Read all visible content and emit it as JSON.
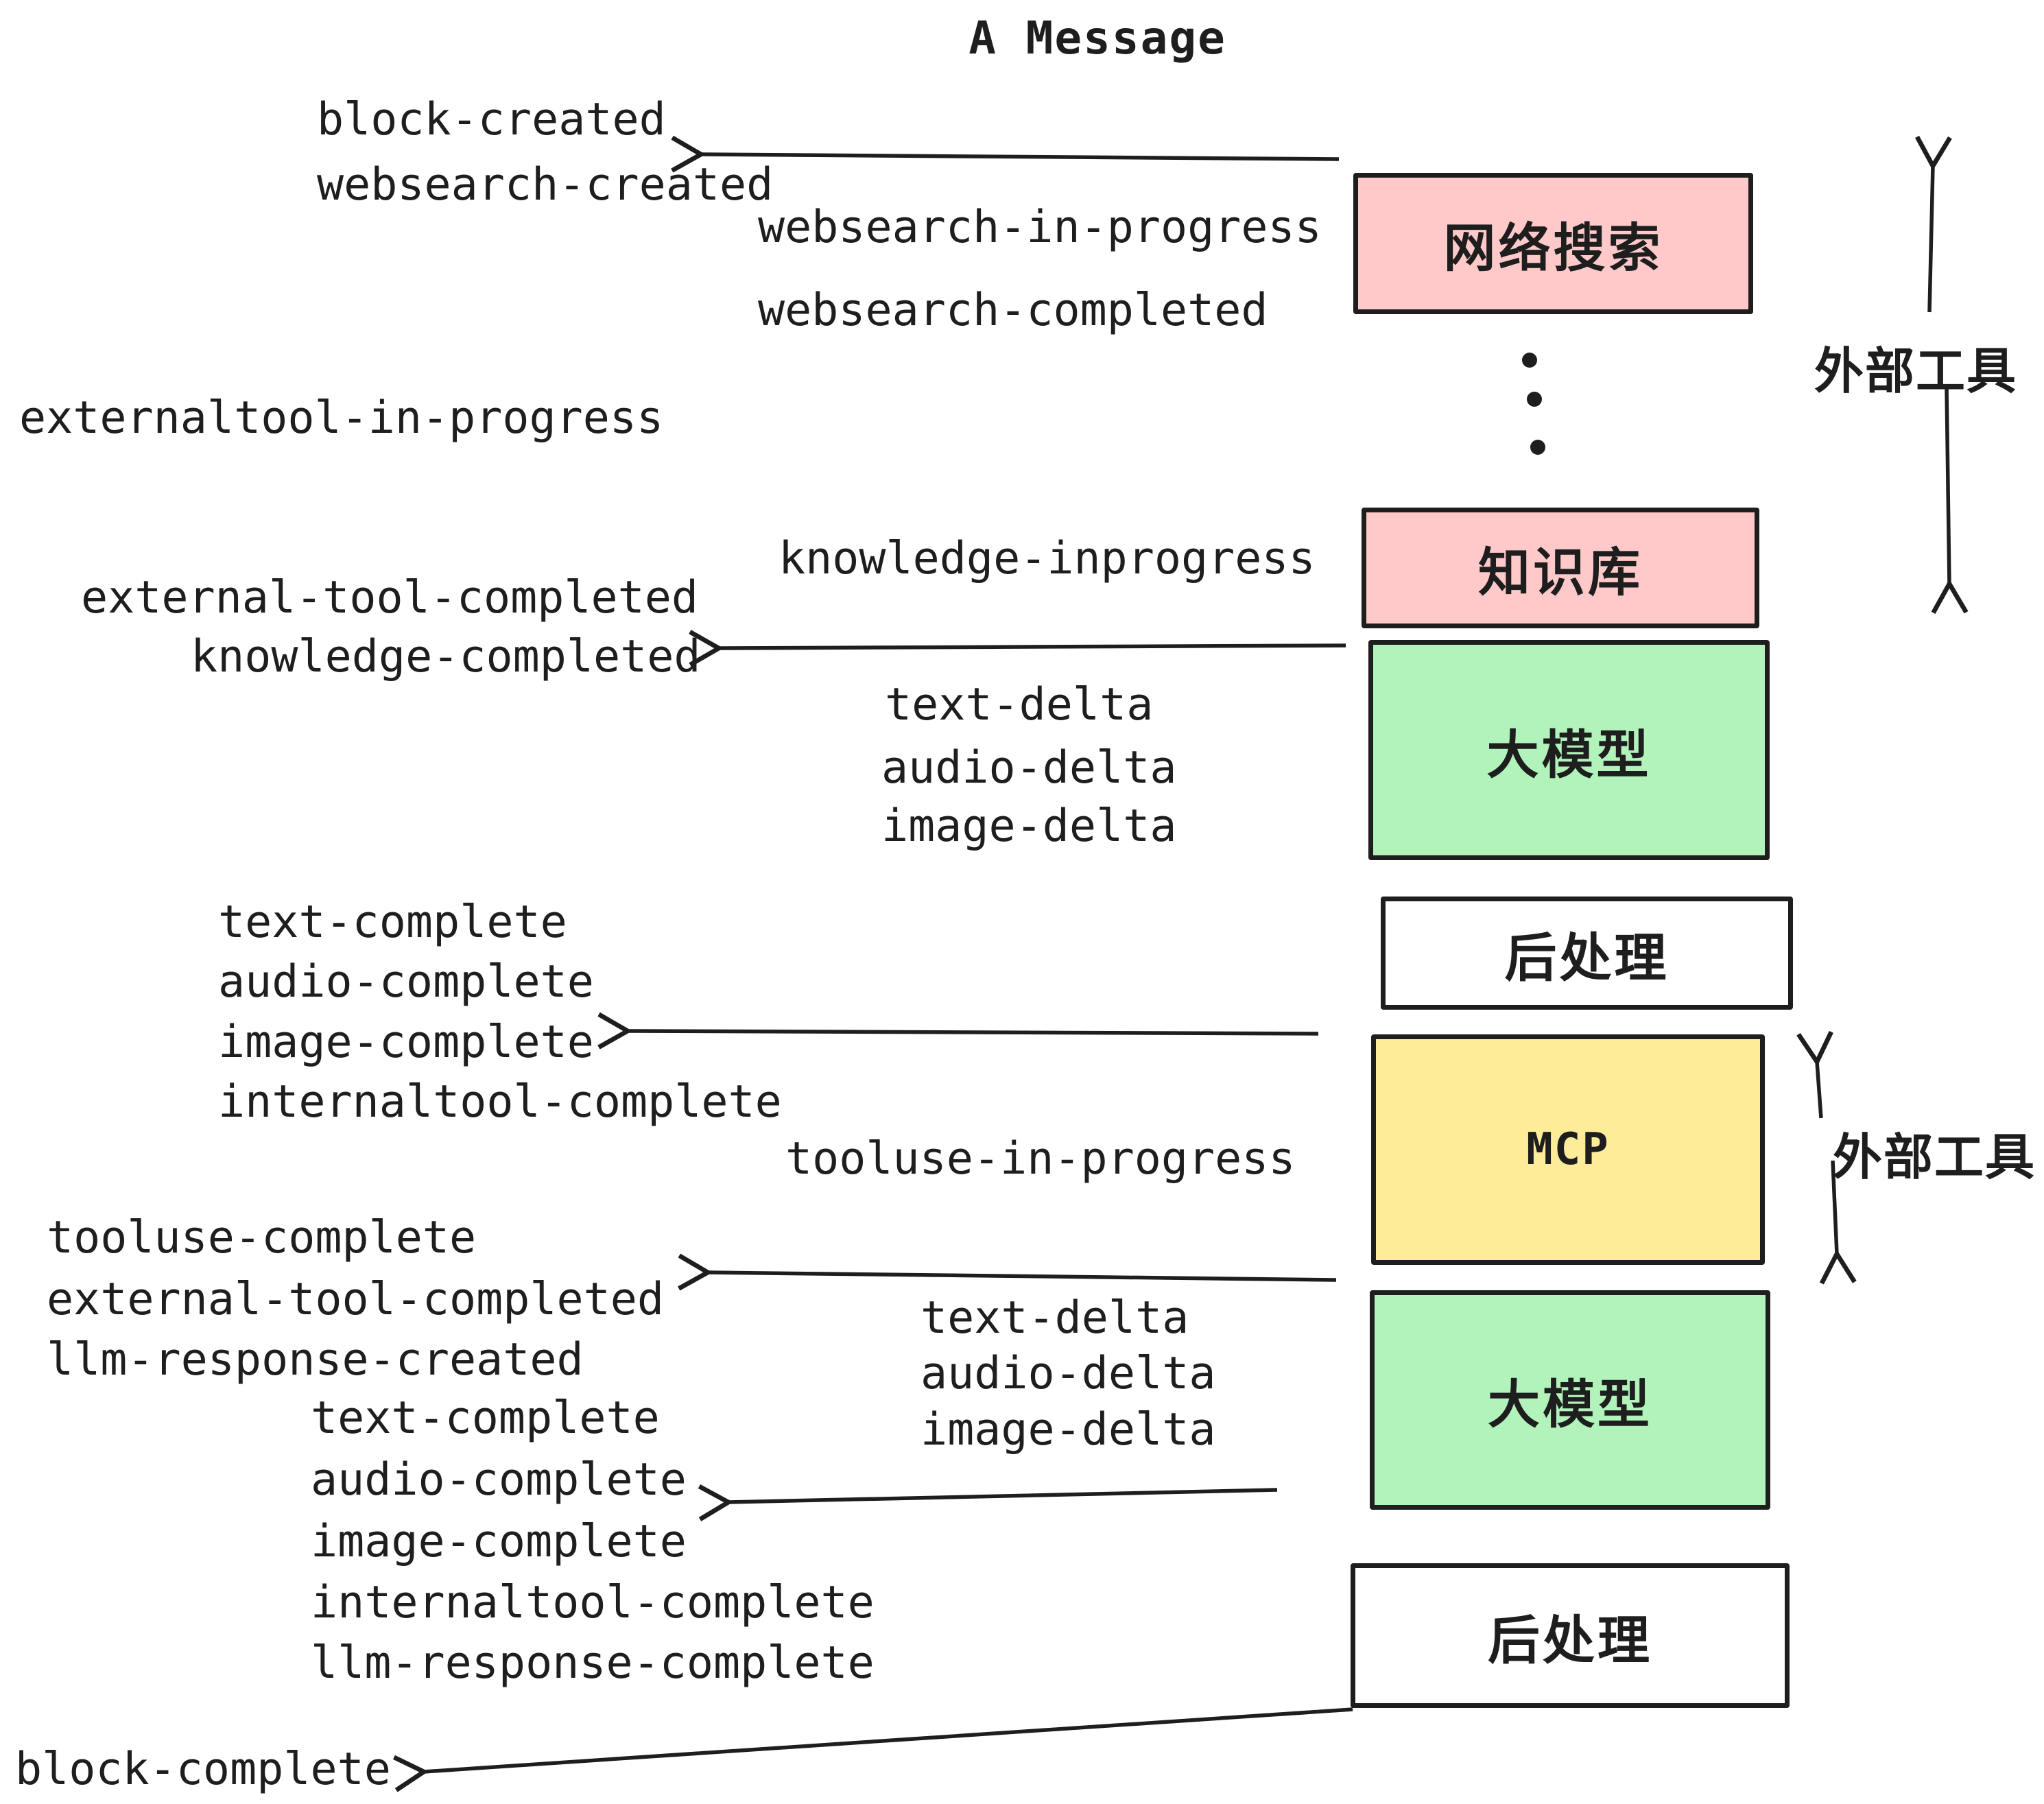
{
  "title": "A Message",
  "colors": {
    "ink": "#1e1e1e",
    "pink": "#ffc9c9",
    "green": "#b2f2bb",
    "yellow": "#ffec99",
    "white": "#ffffff"
  },
  "boxes": {
    "websearch": {
      "label": "网络搜索",
      "fill": "#ffc9c9"
    },
    "knowledge": {
      "label": "知识库",
      "fill": "#ffc9c9"
    },
    "llm1": {
      "label": "大模型",
      "fill": "#b2f2bb"
    },
    "post1": {
      "label": "后处理",
      "fill": "#ffffff"
    },
    "mcp": {
      "label": "MCP",
      "fill": "#ffec99"
    },
    "llm2": {
      "label": "大模型",
      "fill": "#b2f2bb"
    },
    "post2": {
      "label": "后处理",
      "fill": "#ffffff"
    }
  },
  "side_labels": {
    "external_tools_top": "外部工具",
    "external_tools_mid": "外部工具"
  },
  "events": {
    "block_created": "block-created",
    "websearch_created": "websearch-created",
    "websearch_in_progress": "websearch-in-progress",
    "websearch_completed": "websearch-completed",
    "externaltool_in_progress": "externaltool-in-progress",
    "knowledge_inprogress": "knowledge-inprogress",
    "external_tool_completed": "external-tool-completed",
    "knowledge_completed": "knowledge-completed",
    "text_delta": "text-delta",
    "audio_delta": "audio-delta",
    "image_delta": "image-delta",
    "text_complete": "text-complete",
    "audio_complete": "audio-complete",
    "image_complete": "image-complete",
    "internaltool_complete": "internaltool-complete",
    "tooluse_in_progress": "tooluse-in-progress",
    "tooluse_complete": "tooluse-complete",
    "llm_response_created": "llm-response-created",
    "llm_response_complete": "llm-response-complete",
    "block_complete": "block-complete"
  }
}
